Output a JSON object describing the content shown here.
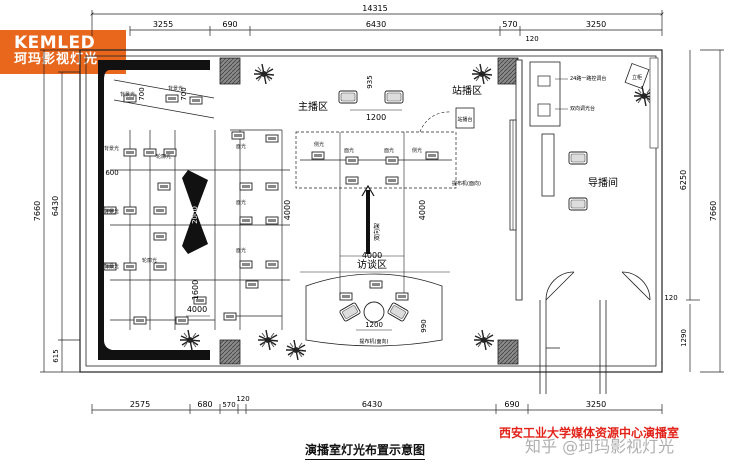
{
  "logo": {
    "brand": "KEMLED",
    "cn": "珂玛影视灯光"
  },
  "caption": "演播室灯光布置示意图",
  "school": "西安工业大学媒体资源中心演播室",
  "watermark": "知乎 @珂玛影视灯光",
  "dims": {
    "top_total": "14315",
    "top_segments": [
      "3255",
      "690",
      "6430",
      "570",
      "3250"
    ],
    "top_small": "120",
    "bottom_segments": [
      "2575",
      "680",
      "570",
      "120",
      "6430",
      "690",
      "3250"
    ],
    "bottom_total": "14315",
    "left_outer": "7660",
    "left_inner": "6430",
    "left_615": "615",
    "left_600": "600",
    "right_outer": "7660",
    "right_6250": "6250",
    "right_120": "120",
    "right_1290": "1290",
    "d_935": "935",
    "d_1200_top": "1200",
    "d_1200_bottom": "1200",
    "d_4000_a": "4000",
    "d_4000_b": "4000",
    "d_4000_c": "4000",
    "d_4000_d": "4000",
    "d_1600": "1600",
    "d_990": "990",
    "d_1200_mid": "1200"
  },
  "zones": {
    "host": "主播区",
    "station": "站播区",
    "interview": "访谈区",
    "director": "导播间"
  },
  "labels": {
    "backlight": "背景光",
    "ring": "轮廓光",
    "main": "面光",
    "side": "侧光",
    "prompter_top": "提布机(面向)",
    "prompter_bottom": "提布机(面向)",
    "stand_vertical": "双向架",
    "desk_top": "24路一路控调台",
    "desk_mid": "双向调光台",
    "station_board": "站播台",
    "cabinet": "立柜"
  },
  "icons": [
    "plant-icon",
    "chair-icon",
    "light-fixture-icon",
    "camera-icon",
    "door-icon",
    "table-icon",
    "dimension-line-icon"
  ]
}
